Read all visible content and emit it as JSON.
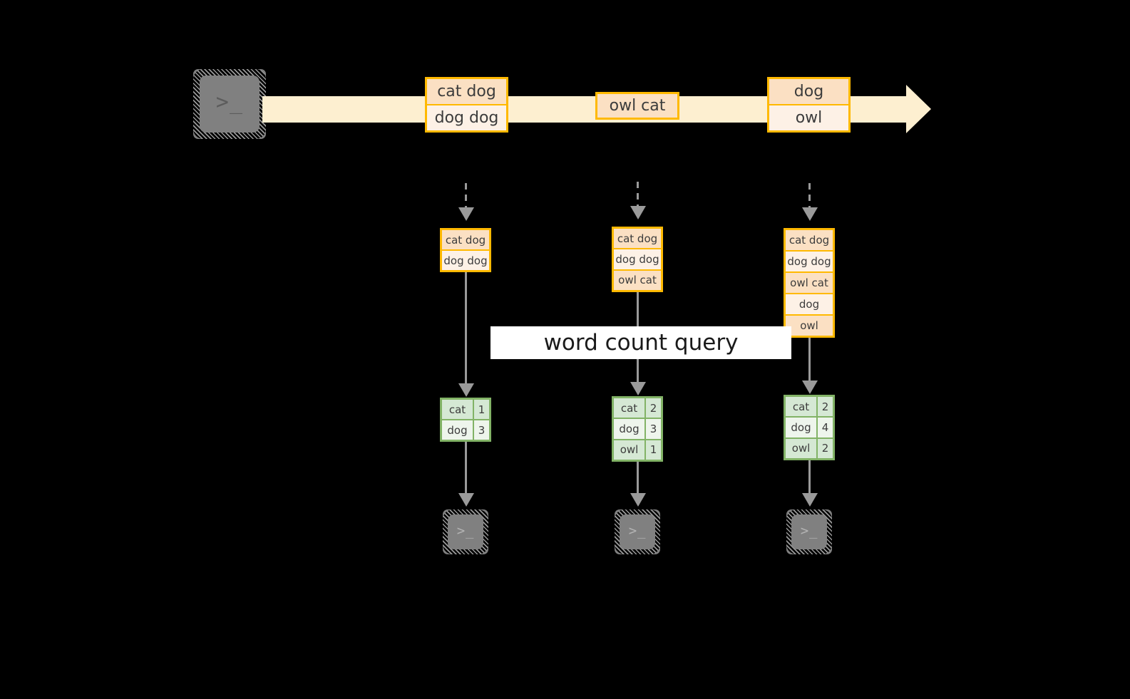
{
  "diagram": {
    "title_label": "word count query",
    "colors": {
      "background": "#000000",
      "stream_fill": "#fdefd0",
      "record_border": "#ffb900",
      "record_fill_dark": "#fbe0c3",
      "record_fill_light": "#fdf1e6",
      "table_border": "#82b366",
      "table_fill_dark": "#d5e8d4",
      "table_fill_light": "#eef5ec",
      "connector": "#9a9a9a",
      "terminal_fill": "#808080",
      "label_fill": "#ffffff",
      "text": "#3c3c3c"
    },
    "source_terminal": {
      "glyph": ">_",
      "name": "terminal-icon"
    },
    "stream": {
      "name": "event-stream-arrow",
      "events": [
        {
          "name": "stream-event-1",
          "rows": [
            {
              "text": "cat dog",
              "shade": "dark"
            },
            {
              "text": "dog dog",
              "shade": "light"
            }
          ]
        },
        {
          "name": "stream-event-2",
          "rows": [
            {
              "text": "owl cat",
              "shade": "dark"
            }
          ]
        },
        {
          "name": "stream-event-3",
          "rows": [
            {
              "text": "dog",
              "shade": "dark"
            },
            {
              "text": "owl",
              "shade": "light"
            }
          ]
        }
      ]
    },
    "snapshots": [
      {
        "name": "snapshot-1",
        "rows": [
          {
            "text": "cat dog",
            "shade": "dark"
          },
          {
            "text": "dog dog",
            "shade": "light"
          }
        ],
        "result": {
          "name": "result-table-1",
          "rows": [
            {
              "word": "cat",
              "count": "1",
              "shade": "dark"
            },
            {
              "word": "dog",
              "count": "3",
              "shade": "light"
            }
          ]
        },
        "sink_terminal": {
          "glyph": ">_"
        }
      },
      {
        "name": "snapshot-2",
        "rows": [
          {
            "text": "cat dog",
            "shade": "dark"
          },
          {
            "text": "dog dog",
            "shade": "light"
          },
          {
            "text": "owl cat",
            "shade": "dark"
          }
        ],
        "result": {
          "name": "result-table-2",
          "rows": [
            {
              "word": "cat",
              "count": "2",
              "shade": "dark"
            },
            {
              "word": "dog",
              "count": "3",
              "shade": "light"
            },
            {
              "word": "owl",
              "count": "1",
              "shade": "dark"
            }
          ]
        },
        "sink_terminal": {
          "glyph": ">_"
        }
      },
      {
        "name": "snapshot-3",
        "rows": [
          {
            "text": "cat dog",
            "shade": "dark"
          },
          {
            "text": "dog dog",
            "shade": "light"
          },
          {
            "text": "owl cat",
            "shade": "dark"
          },
          {
            "text": "dog",
            "shade": "light"
          },
          {
            "text": "owl",
            "shade": "dark"
          }
        ],
        "result": {
          "name": "result-table-3",
          "rows": [
            {
              "word": "cat",
              "count": "2",
              "shade": "dark"
            },
            {
              "word": "dog",
              "count": "4",
              "shade": "light"
            },
            {
              "word": "owl",
              "count": "2",
              "shade": "dark"
            }
          ]
        },
        "sink_terminal": {
          "glyph": ">_"
        }
      }
    ]
  }
}
